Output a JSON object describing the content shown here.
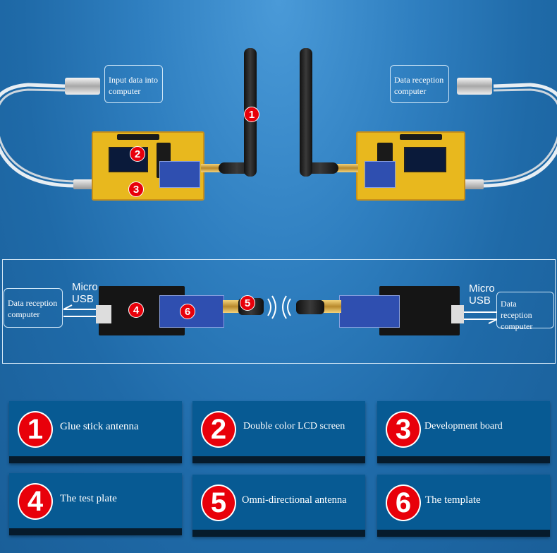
{
  "top": {
    "left_label": "Input data into computer",
    "right_label": "Data reception computer",
    "badges": [
      "1",
      "2",
      "3"
    ]
  },
  "middle": {
    "left_label": "Data reception computer",
    "right_label": "Data reception computer",
    "left_usb": [
      "Micro",
      "USB"
    ],
    "right_usb": [
      "Micro",
      "USB"
    ],
    "badges": [
      "4",
      "5",
      "6"
    ]
  },
  "legend": [
    {
      "num": "1",
      "text": "Glue stick antenna"
    },
    {
      "num": "2",
      "text": "Double color LCD screen"
    },
    {
      "num": "3",
      "text": "Development board"
    },
    {
      "num": "4",
      "text": "The test plate"
    },
    {
      "num": "5",
      "text": "Omni-directional antenna"
    },
    {
      "num": "6",
      "text": "The template"
    }
  ]
}
